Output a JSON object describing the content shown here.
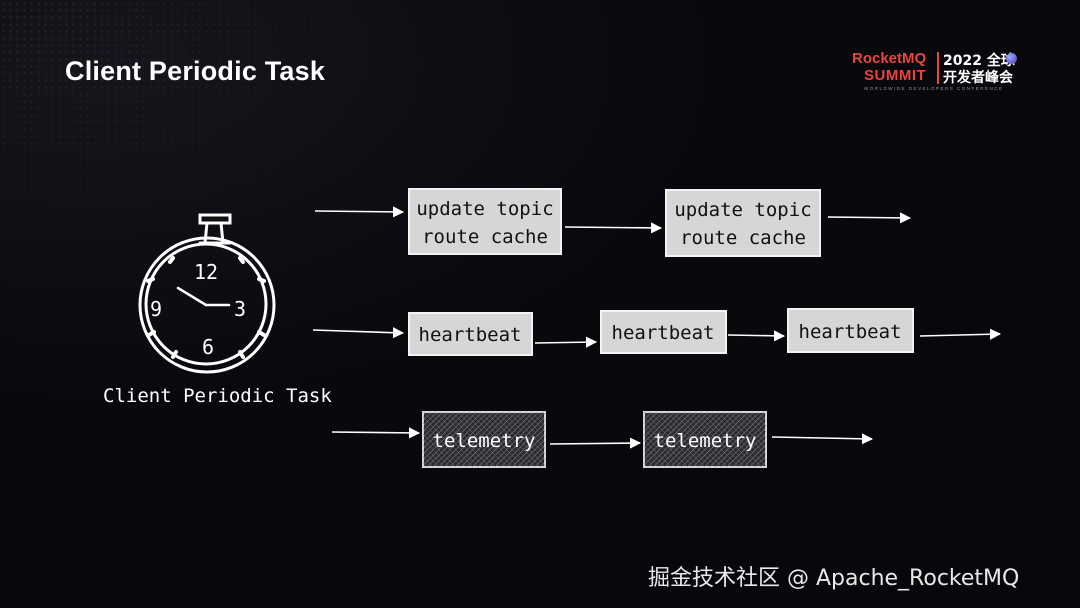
{
  "slide": {
    "title": "Client Periodic Task"
  },
  "logo": {
    "brand": "RocketMQ",
    "event": "SUMMIT",
    "year_line": "2022 全球",
    "cn_line": "开发者峰会",
    "tagline": "WORLDWIDE DEVELOPERS CONFERENCE",
    "brand_color": "#e8453c"
  },
  "clock": {
    "label": "Client Periodic Task",
    "numbers": {
      "n12": "12",
      "n3": "3",
      "n6": "6",
      "n9": "9"
    },
    "icon": "stopwatch-icon"
  },
  "rows": {
    "route": {
      "boxes": [
        "update topic route cache",
        "update topic route cache"
      ],
      "style": "solid-light"
    },
    "heartbeat": {
      "boxes": [
        "heartbeat",
        "heartbeat",
        "heartbeat"
      ],
      "style": "solid-light"
    },
    "telemetry": {
      "boxes": [
        "telemetry",
        "telemetry"
      ],
      "style": "hatched-dark"
    }
  },
  "watermark": "掘金技术社区 @ Apache_RocketMQ"
}
